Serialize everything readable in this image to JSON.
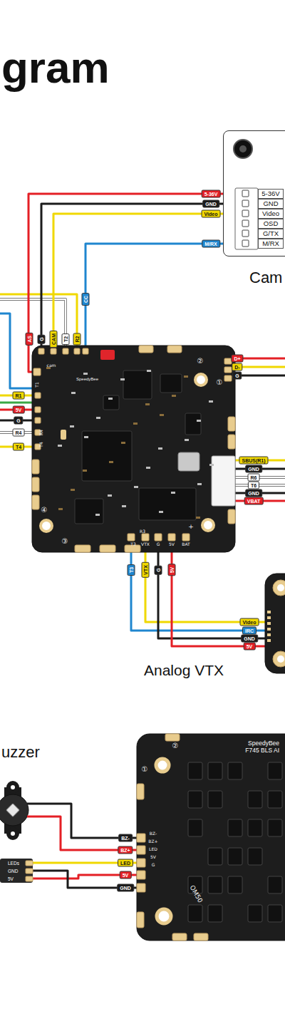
{
  "diagram": {
    "title": "gram",
    "nodes": [
      {
        "text": [
          "5-36V",
          "GND",
          "Video",
          "OSD",
          "G/TX",
          "M/RX",
          "Cam"
        ]
      },
      {
        "text": [
          "SpeedyBee"
        ]
      },
      {
        "text": [
          "Analog VTX"
        ]
      },
      {
        "text": [
          "uzzer"
        ]
      },
      {
        "text": [
          "LEDs",
          "GND",
          "5V"
        ]
      },
      {
        "text": [
          "SpeedyBee F745 BLS AI"
        ]
      }
    ],
    "edges": [
      {
        "from": 0,
        "to": 1,
        "label": "5-36V",
        "arrow": "none"
      },
      {
        "from": 0,
        "to": 1,
        "label": "GND",
        "arrow": "none"
      },
      {
        "from": 0,
        "to": 1,
        "label": "Video",
        "arrow": "none"
      },
      {
        "from": 0,
        "to": 1,
        "label": "M/RX",
        "arrow": "none"
      },
      {
        "from": 1,
        "to": 2,
        "label": "Video",
        "arrow": "none"
      },
      {
        "from": 1,
        "to": 2,
        "label": "IRC",
        "arrow": "none"
      },
      {
        "from": 1,
        "to": 2,
        "label": "GND",
        "arrow": "none"
      },
      {
        "from": 1,
        "to": 2,
        "label": "5V",
        "arrow": "none"
      },
      {
        "from": 3,
        "to": 5,
        "label": "BZ-",
        "arrow": "none"
      },
      {
        "from": 3,
        "to": 5,
        "label": "BZ+",
        "arrow": "none"
      },
      {
        "from": 4,
        "to": 5,
        "label": "LED",
        "arrow": "none"
      },
      {
        "from": 4,
        "to": 5,
        "label": "5V",
        "arrow": "none"
      },
      {
        "from": 4,
        "to": 5,
        "label": "GND",
        "arrow": "none"
      }
    ],
    "labels": [
      "AS",
      "G",
      "CAM",
      "T2",
      "R2",
      "CC",
      "R1",
      "5V",
      "G",
      "R4",
      "T4",
      "cam",
      "T1",
      "R4",
      "T4",
      "R3",
      "T3",
      "VTX",
      "G",
      "5V",
      "BAT",
      "+",
      "①",
      "②",
      "③",
      "④",
      "D+",
      "D-",
      "G",
      "SBUS(R1)",
      "GND",
      "R6",
      "T6",
      "GND",
      "VBAT",
      "T3",
      "VTX",
      "G",
      "5V",
      "①",
      "②",
      "BZ-",
      "BZ+",
      "LED",
      "5V",
      "G",
      "OM50"
    ]
  }
}
